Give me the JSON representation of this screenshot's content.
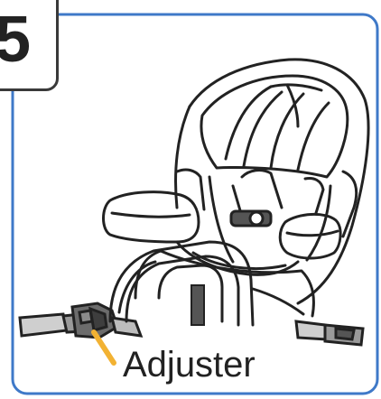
{
  "step": {
    "number": "5"
  },
  "callout": {
    "label": "Adjuster"
  },
  "colors": {
    "frame_border": "#3f79c8",
    "line_art": "#222222",
    "strap_dark": "#555555",
    "pointer": "#f2b233"
  },
  "icons": {
    "seat": "car-seat-illustration",
    "pointer": "callout-pointer"
  }
}
